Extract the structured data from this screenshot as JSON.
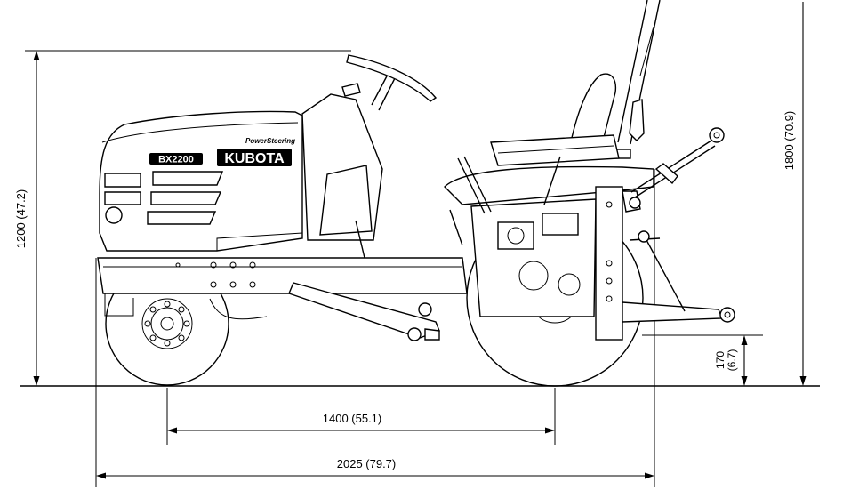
{
  "tractor": {
    "model_badge": "BX2200",
    "brand_badge": "KUBOTA",
    "steering_badge": "PowerSteering"
  },
  "dimensions": {
    "overall_height": "1800 (70.9)",
    "steering_height": "1200 (47.2)",
    "wheelbase": "1400 (55.1)",
    "overall_length": "2025 (79.7)",
    "ground_clearance_mm": "170",
    "ground_clearance_in": "(6.7)"
  }
}
